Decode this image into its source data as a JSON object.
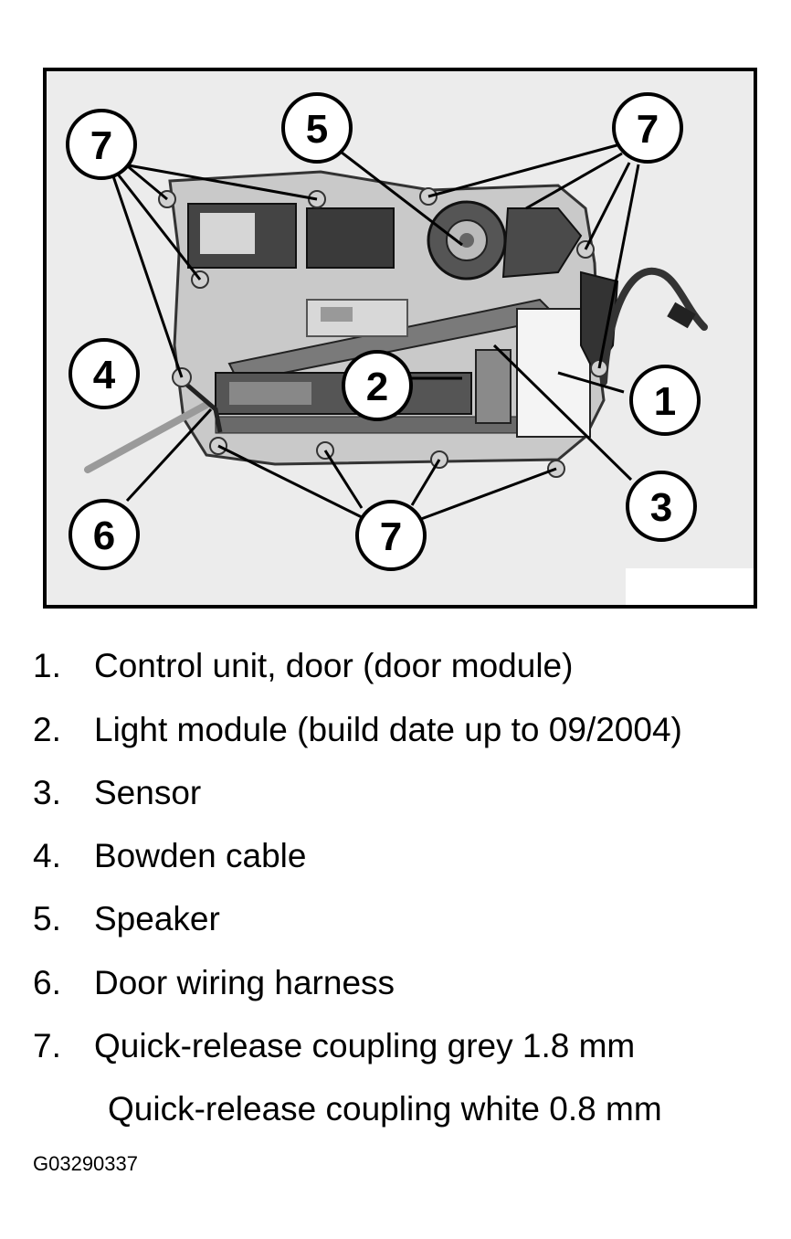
{
  "diagram": {
    "callouts": [
      {
        "id": "c7a",
        "number": "7"
      },
      {
        "id": "c5",
        "number": "5"
      },
      {
        "id": "c7b",
        "number": "7"
      },
      {
        "id": "c4",
        "number": "4"
      },
      {
        "id": "c2",
        "number": "2"
      },
      {
        "id": "c1",
        "number": "1"
      },
      {
        "id": "c3",
        "number": "3"
      },
      {
        "id": "c6",
        "number": "6"
      },
      {
        "id": "c7c",
        "number": "7"
      }
    ]
  },
  "legend": {
    "items": [
      {
        "number": "1.",
        "text": "Control unit, door (door module)"
      },
      {
        "number": "2.",
        "text": "Light module (build date up to 09/2004)"
      },
      {
        "number": "3.",
        "text": "Sensor"
      },
      {
        "number": "4.",
        "text": "Bowden cable"
      },
      {
        "number": "5.",
        "text": "Speaker"
      },
      {
        "number": "6.",
        "text": "Door wiring harness"
      },
      {
        "number": "7.",
        "text": "Quick-release coupling grey 1.8 mm"
      }
    ],
    "item7_continuation": "Quick-release coupling white 0.8 mm"
  },
  "figure_id": "G03290337"
}
